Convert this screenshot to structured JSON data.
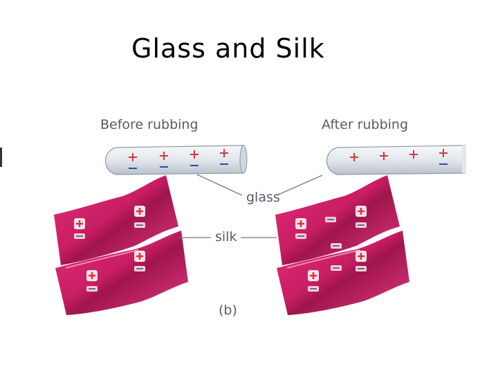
{
  "title": "Glass and Silk",
  "figure": {
    "before_label": "Before rubbing",
    "after_label": "After rubbing",
    "glass_label": "glass",
    "silk_label": "silk",
    "caption": "(b)"
  },
  "colors": {
    "silk": "#d4266e",
    "plus": "#d8343a",
    "minus": "#2b4aa0",
    "rod": "#e6ebf0"
  }
}
